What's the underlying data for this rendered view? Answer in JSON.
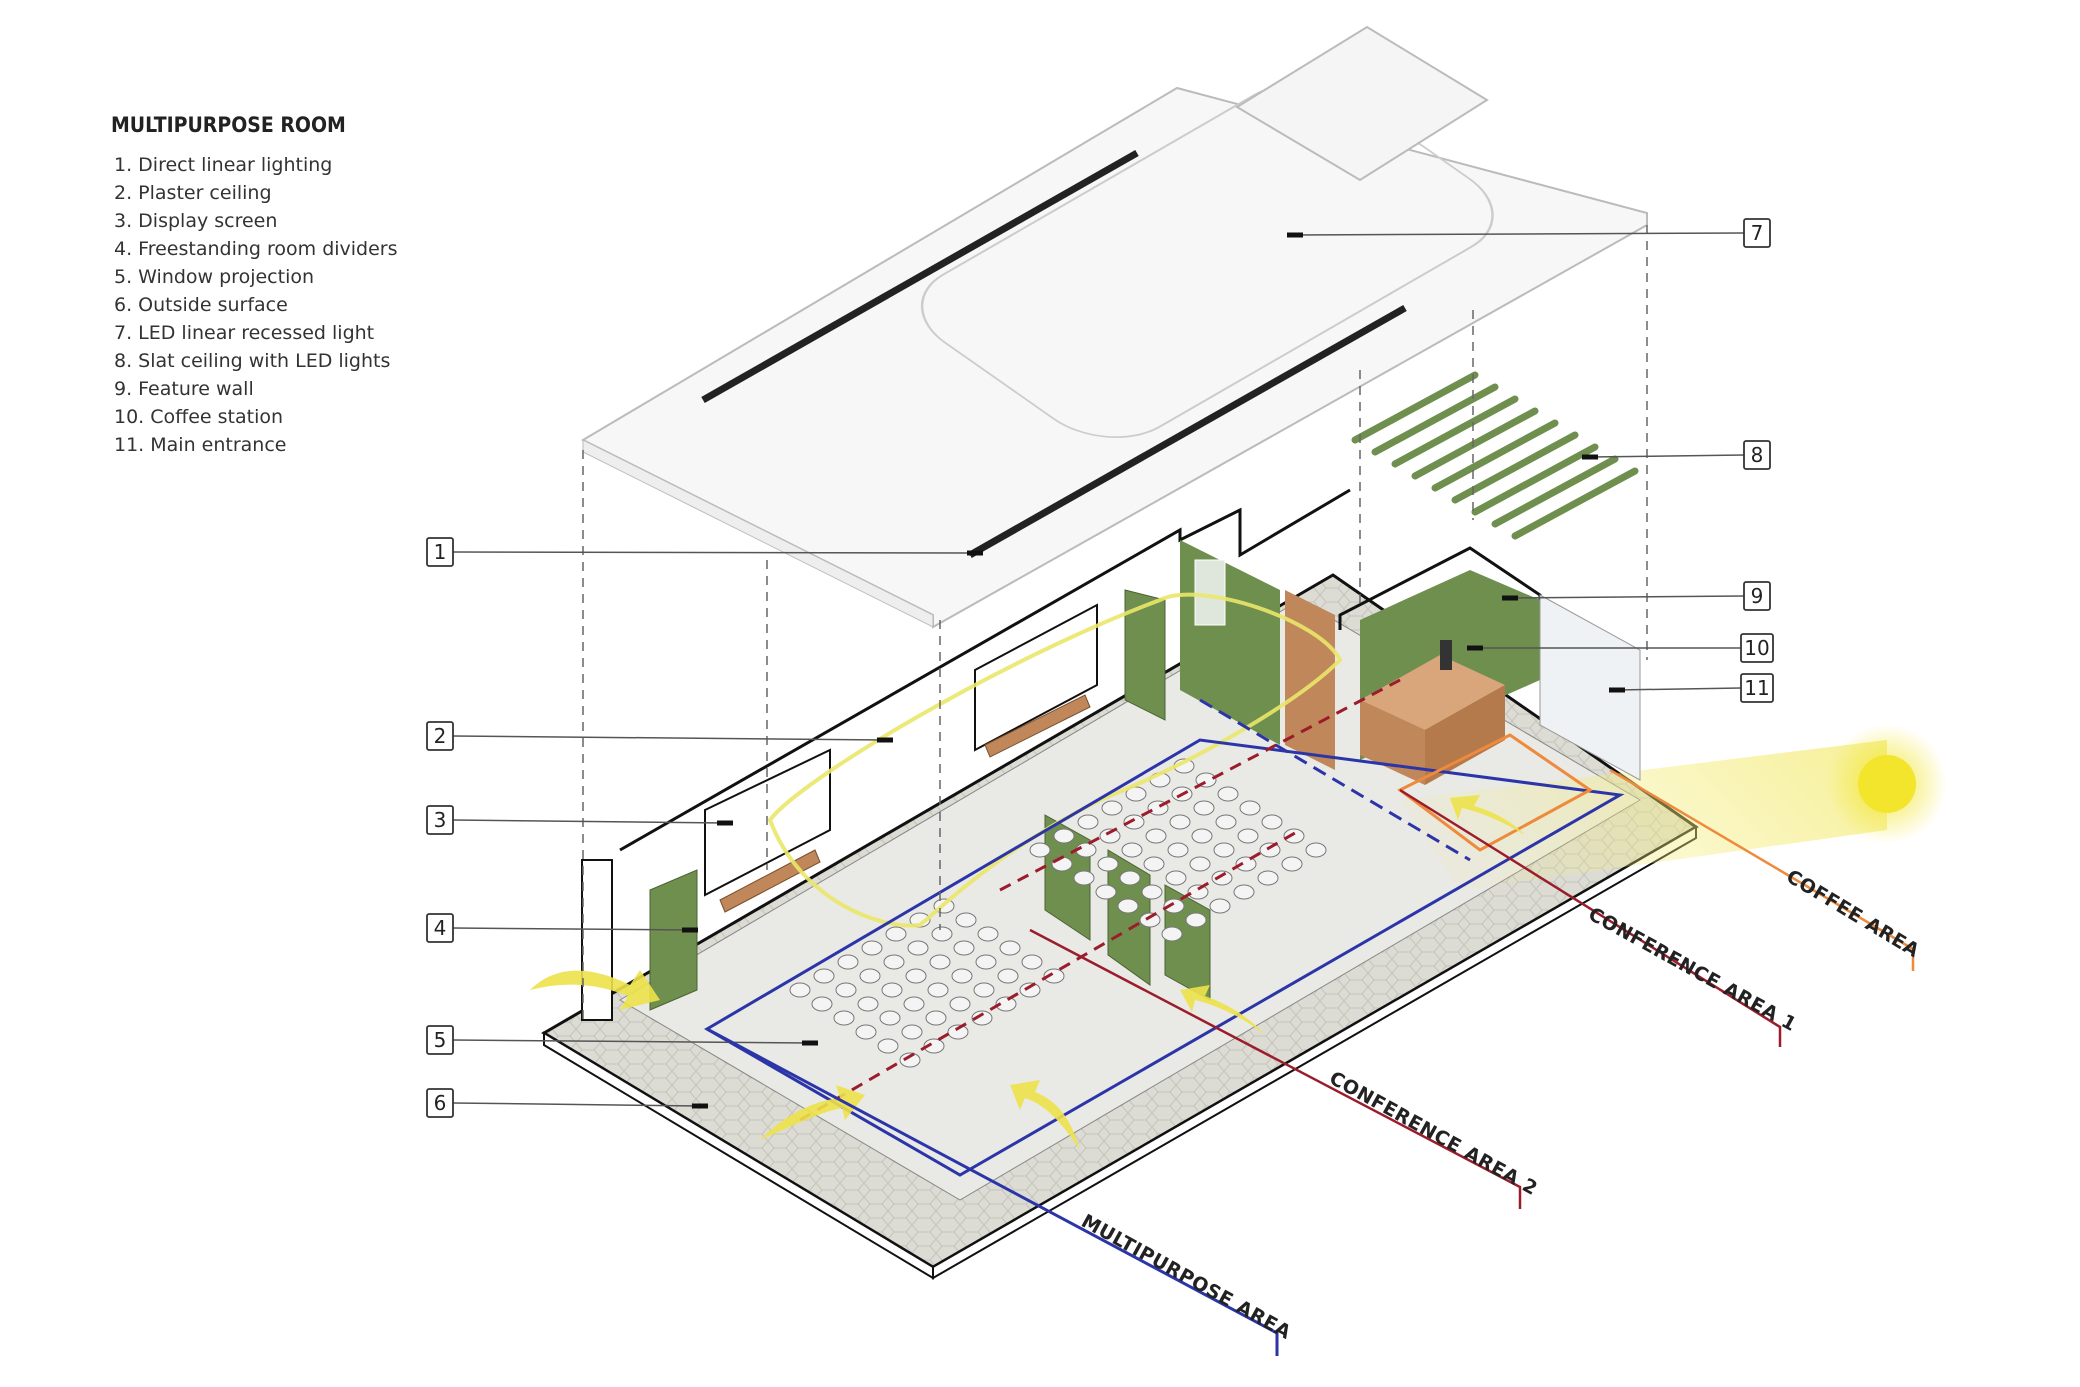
{
  "legend": {
    "title": "MULTIPURPOSE ROOM",
    "items": [
      "1. Direct linear lighting",
      "2. Plaster ceiling",
      "3. Display screen",
      "4. Freestanding room dividers",
      "5. Window projection",
      "6. Outside surface",
      "7. LED linear recessed light",
      "8. Slat ceiling with LED lights",
      "9. Feature wall",
      "10. Coffee station",
      "11. Main entrance"
    ]
  },
  "callouts": [
    "1",
    "2",
    "3",
    "4",
    "5",
    "6",
    "7",
    "8",
    "9",
    "10",
    "11"
  ],
  "areas": {
    "multipurpose": "MULTIPURPOSE AREA",
    "conference2": "CONFERENCE AREA 2",
    "conference1": "CONFERENCE AREA 1",
    "coffee": "COFFEE AREA"
  },
  "colors": {
    "multipurpose": "#2b35a8",
    "conference": "#9b1c2a",
    "coffee": "#ee8a3c",
    "green": "#6f8f4e",
    "wood": "#c0875a",
    "sun": "#f2e52c"
  }
}
